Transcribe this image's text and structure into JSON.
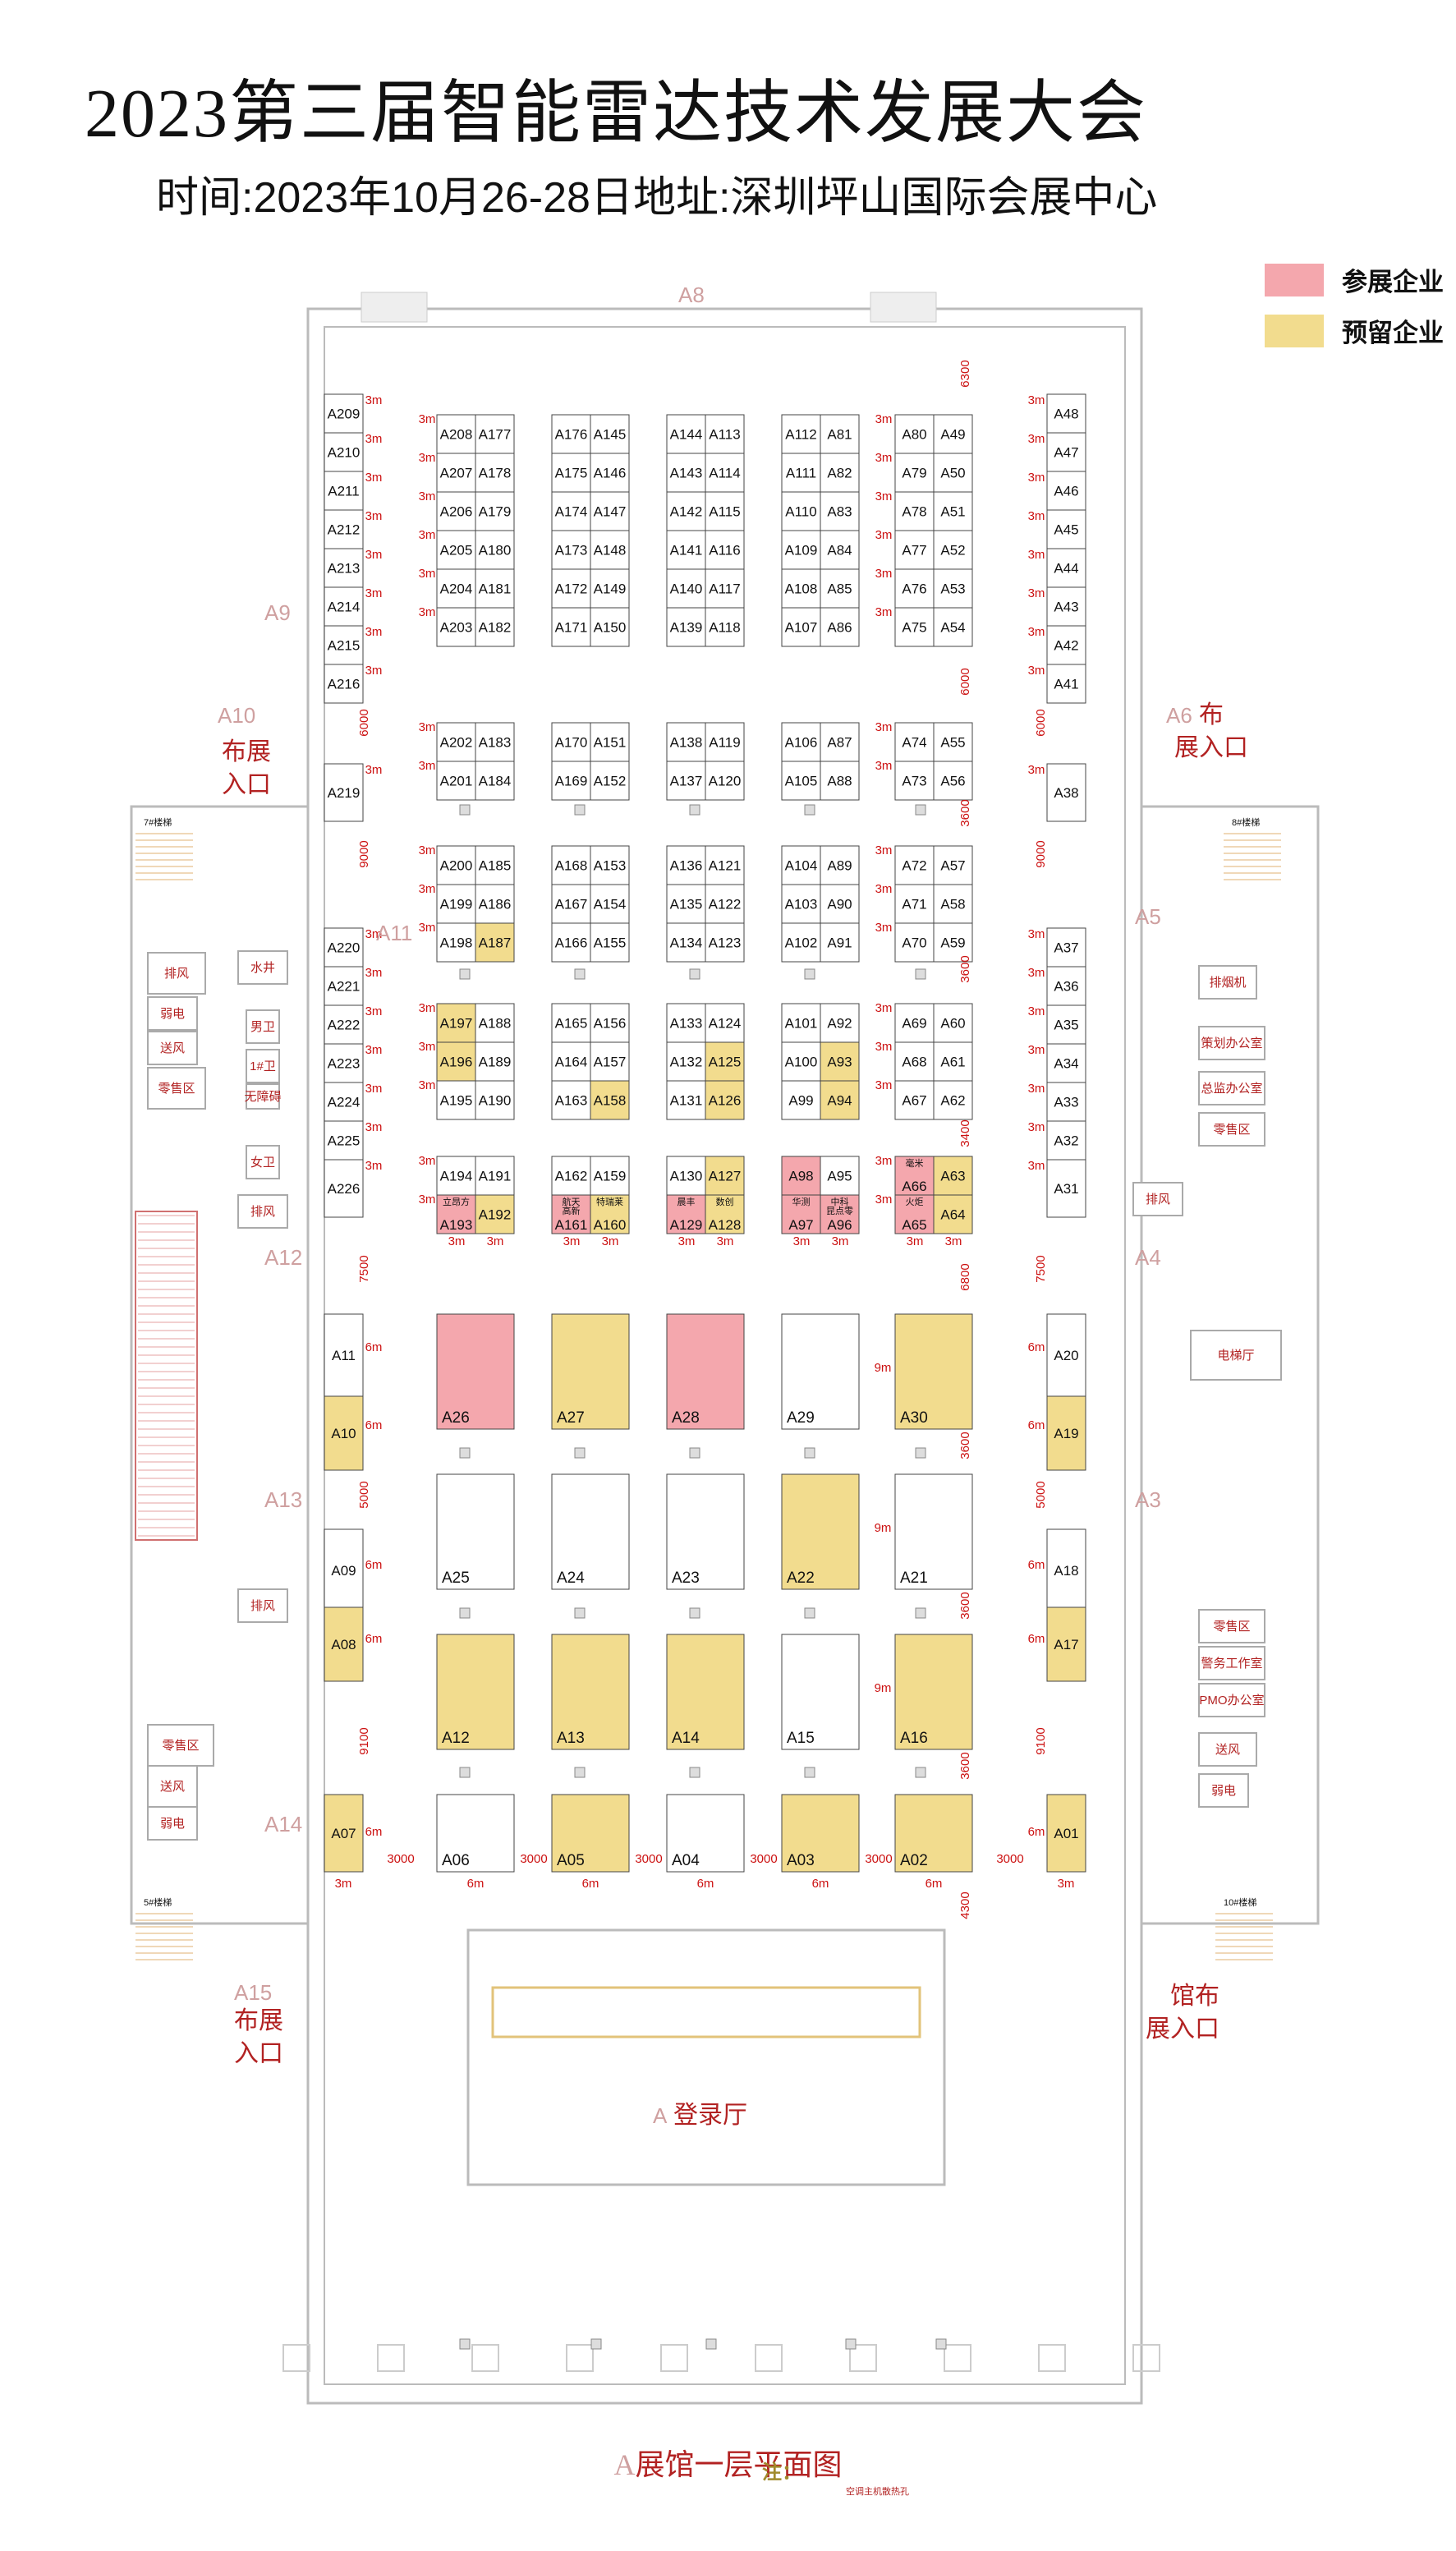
{
  "header": {
    "title": "2023第三届智能雷达技术发展大会",
    "subtitle": "时间:2023年10月26-28日地址:深圳坪山国际会展中心"
  },
  "legend": [
    {
      "label": "参展企业",
      "color": "#f4a7ad"
    },
    {
      "label": "预留企业",
      "color": "#f2dc8e"
    }
  ],
  "colors": {
    "exhibitor": "#f4a7ad",
    "reserved": "#f2dc8e",
    "wall": "#b8b8b8",
    "dimension": "#cc1111"
  },
  "booths": {
    "left_column": [
      "A209",
      "A210",
      "A211",
      "A212",
      "A213",
      "A214",
      "A215",
      "A216",
      "A219",
      "A220",
      "A221",
      "A222",
      "A223",
      "A224",
      "A225",
      "A226"
    ],
    "right_column": [
      "A48",
      "A47",
      "A46",
      "A45",
      "A44",
      "A43",
      "A42",
      "A41",
      "A38",
      "A37",
      "A36",
      "A35",
      "A34",
      "A33",
      "A32",
      "A31"
    ],
    "island_row1": [
      [
        "A208",
        "A177",
        "A176",
        "A145",
        "A144",
        "A113",
        "A112",
        "A81",
        "A80",
        "A49"
      ],
      [
        "A207",
        "A178",
        "A175",
        "A146",
        "A143",
        "A114",
        "A111",
        "A82",
        "A79",
        "A50"
      ],
      [
        "A206",
        "A179",
        "A174",
        "A147",
        "A142",
        "A115",
        "A110",
        "A83",
        "A78",
        "A51"
      ],
      [
        "A205",
        "A180",
        "A173",
        "A148",
        "A141",
        "A116",
        "A109",
        "A84",
        "A77",
        "A52"
      ],
      [
        "A204",
        "A181",
        "A172",
        "A149",
        "A140",
        "A117",
        "A108",
        "A85",
        "A76",
        "A53"
      ],
      [
        "A203",
        "A182",
        "A171",
        "A150",
        "A139",
        "A118",
        "A107",
        "A86",
        "A75",
        "A54"
      ]
    ],
    "island_row2": [
      [
        "A202",
        "A183",
        "A170",
        "A151",
        "A138",
        "A119",
        "A106",
        "A87",
        "A74",
        "A55"
      ],
      [
        "A201",
        "A184",
        "A169",
        "A152",
        "A137",
        "A120",
        "A105",
        "A88",
        "A73",
        "A56"
      ]
    ],
    "island_row3": [
      [
        "A200",
        "A185",
        "A168",
        "A153",
        "A136",
        "A121",
        "A104",
        "A89",
        "A72",
        "A57"
      ],
      [
        "A199",
        "A186",
        "A167",
        "A154",
        "A135",
        "A122",
        "A103",
        "A90",
        "A71",
        "A58"
      ],
      [
        "A198",
        "A187",
        "A166",
        "A155",
        "A134",
        "A123",
        "A102",
        "A91",
        "A70",
        "A59"
      ]
    ],
    "island_row4": [
      [
        "A197",
        "A188",
        "A165",
        "A156",
        "A133",
        "A124",
        "A101",
        "A92",
        "A69",
        "A60"
      ],
      [
        "A196",
        "A189",
        "A164",
        "A157",
        "A132",
        "A125",
        "A100",
        "A93",
        "A68",
        "A61"
      ],
      [
        "A195",
        "A190",
        "A163",
        "A158",
        "A131",
        "A126",
        "A99",
        "A94",
        "A67",
        "A62"
      ]
    ],
    "island_row5": [
      [
        "A194",
        "A191",
        "A162",
        "A159",
        "A130",
        "A127",
        "A98",
        "A95",
        "A66",
        "A63"
      ],
      [
        "A193",
        "A192",
        "A161",
        "A160",
        "A129",
        "A128",
        "A97",
        "A96",
        "A65",
        "A64"
      ]
    ],
    "reserved": [
      "A187",
      "A197",
      "A196",
      "A158",
      "A125",
      "A93",
      "A126",
      "A94",
      "A127",
      "A192",
      "A160",
      "A128",
      "A63",
      "A64",
      "A27",
      "A30",
      "A10",
      "A19",
      "A22",
      "A08",
      "A17",
      "A12",
      "A13",
      "A14",
      "A16",
      "A07",
      "A05",
      "A03",
      "A02",
      "A01"
    ],
    "exhibitor": [
      "A193",
      "A161",
      "A129",
      "A98",
      "A97",
      "A96",
      "A66",
      "A65",
      "A26",
      "A28"
    ],
    "companies": {
      "A193": "立昂方",
      "A161": "航天\n高新",
      "A160": "特瑞莱",
      "A129": "晨丰",
      "A128": "数创",
      "A97": "华测",
      "A96": "中科\n昆点零",
      "A66": "毫米",
      "A65": "火炬"
    },
    "large_rows": [
      [
        "A26",
        "A27",
        "A28",
        "A29",
        "A30"
      ],
      [
        "A25",
        "A24",
        "A23",
        "A22",
        "A21"
      ],
      [
        "A12",
        "A13",
        "A14",
        "A15",
        "A16"
      ],
      [
        "A06",
        "A05",
        "A04",
        "A03",
        "A02"
      ]
    ],
    "side_left": [
      "A11",
      "A10",
      "A09",
      "A08",
      "A07"
    ],
    "side_right": [
      "A20",
      "A19",
      "A18",
      "A17",
      "A01"
    ]
  },
  "dimensions": {
    "three_m": "3m",
    "six_m": "6m",
    "nine_m": "9m",
    "v6000": "6000",
    "v9000": "9000",
    "v7500": "7500",
    "v5000": "5000",
    "v9100": "9100",
    "v6300": "6300",
    "v3600": "3600",
    "v3400": "3400",
    "v6800": "6800",
    "v4300": "4300",
    "h3000": "3000"
  },
  "areas": {
    "hall_labels": [
      "A8",
      "A9",
      "A10",
      "A11",
      "A12",
      "A13",
      "A14",
      "A15",
      "A6",
      "A5",
      "A4",
      "A3"
    ],
    "entrances": [
      "布展\n入口",
      "布\n展入口",
      "布展\n入口",
      "馆布\n展入口"
    ],
    "lobby": "登录厅",
    "lobby_prefix": "A",
    "rooms_left": [
      "排风",
      "弱电",
      "送风",
      "零售区",
      "水井",
      "男卫",
      "1#卫",
      "无障碍",
      "女卫",
      "排风",
      "排风",
      "零售区",
      "送风",
      "弱电"
    ],
    "rooms_right": [
      "排烟机",
      "策划办公室",
      "总监办公室",
      "零售区",
      "电梯厅",
      "零售区",
      "警务工作室",
      "PMO办公室",
      "送风",
      "弱电",
      "排风"
    ],
    "stairs": [
      "7#楼梯",
      "8#楼梯",
      "5#楼梯",
      "10#楼梯"
    ]
  },
  "footer": {
    "floor_title": "展馆一层平面图",
    "floor_prefix": "A",
    "note": "注：",
    "note_sub": "空调主机散热孔"
  }
}
